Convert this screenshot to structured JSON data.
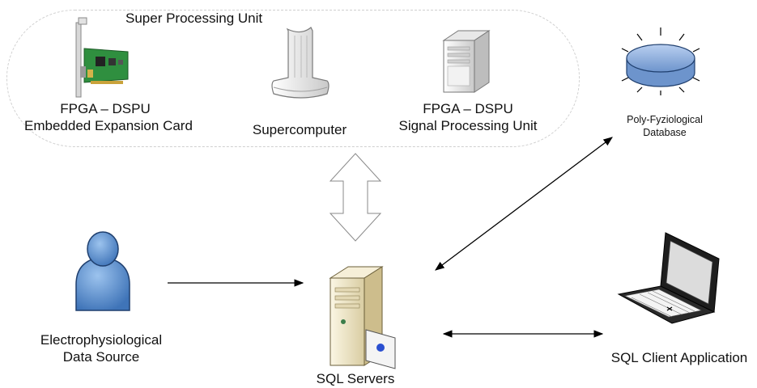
{
  "group": {
    "title": "Super Processing Unit"
  },
  "nodes": {
    "expansion_card": {
      "line1": "FPGA – DSPU",
      "line2": "Embedded Expansion Card",
      "icon": "expansion-card-icon"
    },
    "supercomputer": {
      "line1": "Supercomputer",
      "icon": "supercomputer-icon"
    },
    "signal_unit": {
      "line1": "FPGA – DSPU",
      "line2": "Signal Processing Unit",
      "icon": "tower-server-icon"
    },
    "database": {
      "line1": "Poly-Fyziological",
      "line2": "Database",
      "icon": "database-icon"
    },
    "data_source": {
      "line1": "Electrophysiological",
      "line2": "Data Source",
      "icon": "person-icon"
    },
    "sql_servers": {
      "line1": "SQL Servers",
      "icon": "server-icon"
    },
    "client": {
      "line1": "SQL Client Application",
      "icon": "laptop-icon"
    }
  },
  "colors": {
    "group_border": "#cfcfcf",
    "person_blue": "#5b8fd0",
    "database_blue": "#8fb0dc",
    "card_green": "#2f8f3f",
    "server_beige": "#efe6c8",
    "arrow": "#000000"
  }
}
